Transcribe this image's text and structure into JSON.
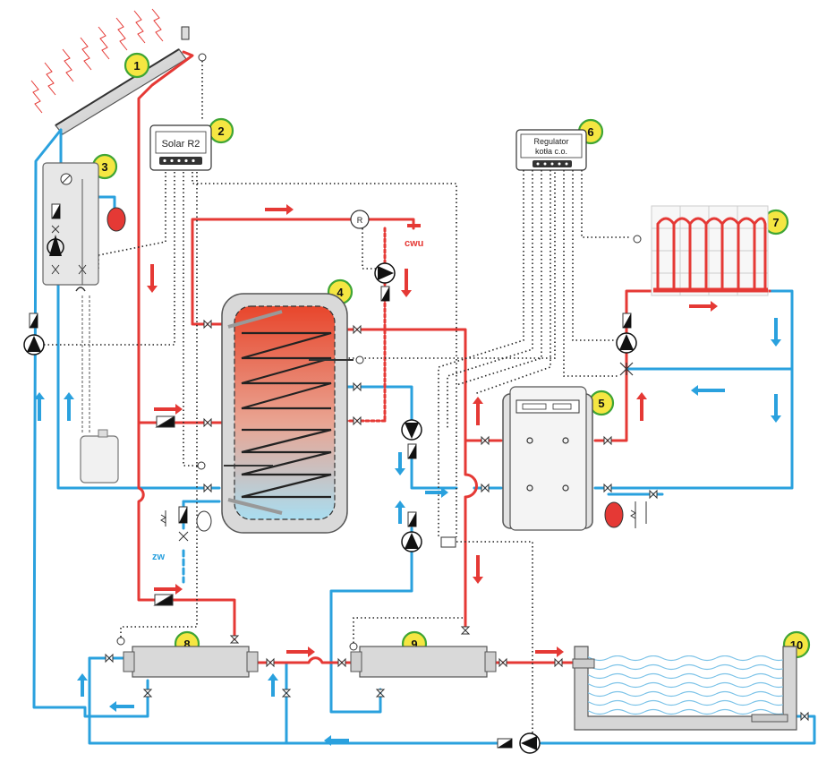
{
  "labels": {
    "n1": "1",
    "n2": "2",
    "n3": "3",
    "n4": "4",
    "n5": "5",
    "n6": "6",
    "n7": "7",
    "n8": "8",
    "n9": "9",
    "n10": "10",
    "solar_controller": "Solar R2",
    "boiler_controller_line1": "Regulator",
    "boiler_controller_line2": "kotła c.o.",
    "hot_water": "cwu",
    "cold_water": "zw",
    "thermostat_symbol": "R"
  },
  "colors": {
    "hot": "#e53935",
    "cold": "#2aa1de",
    "badge_fill": "#f5e642",
    "badge_ring": "#3fa535"
  }
}
